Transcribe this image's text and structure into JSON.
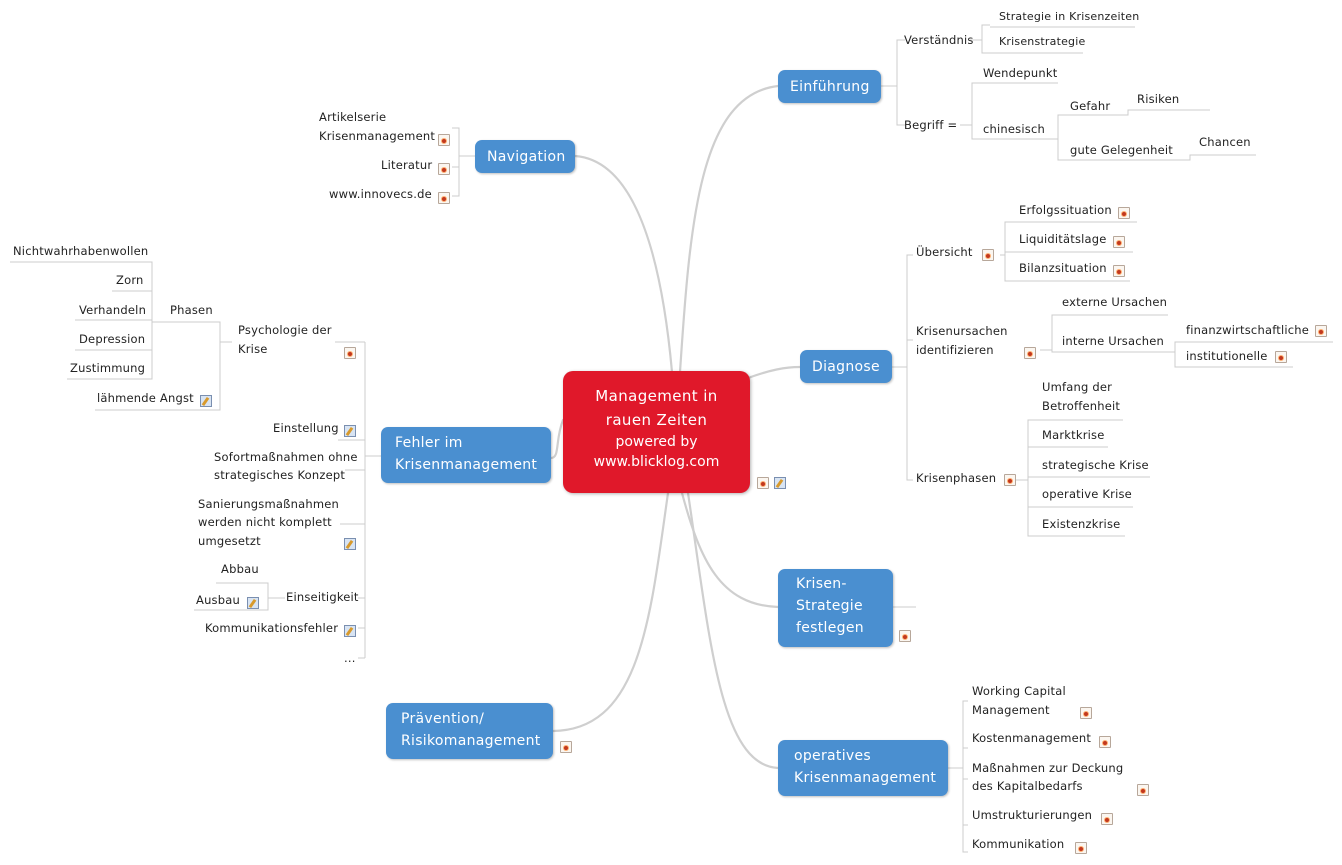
{
  "center": {
    "title_line1": "Management in",
    "title_line2": "rauen Zeiten",
    "sub_line1": "powered by",
    "sub_line2": "www.blicklog.com"
  },
  "branches": {
    "einfuehrung": {
      "label": "Einführung",
      "verstaendnis": "Verständnis",
      "strategie_krisenzeiten": "Strategie in Krisenzeiten",
      "krisenstrategie": "Krisenstrategie",
      "begriff": "Begriff =",
      "wendepunkt": "Wendepunkt",
      "chinesisch": "chinesisch",
      "gefahr": "Gefahr",
      "risiken": "Risiken",
      "gute_gelegenheit": "gute Gelegenheit",
      "chancen": "Chancen"
    },
    "navigation": {
      "label": "Navigation",
      "artikelserie_1": "Artikelserie",
      "artikelserie_2": "Krisenmanagement",
      "literatur": "Literatur",
      "website": "www.innovecs.de"
    },
    "diagnose": {
      "label": "Diagnose",
      "uebersicht": "Übersicht",
      "erfolgssituation": "Erfolgssituation",
      "liquiditaetslage": "Liquiditätslage",
      "bilanzsituation": "Bilanzsituation",
      "krisenursachen_1": "Krisenursachen",
      "krisenursachen_2": "identifizieren",
      "externe_ursachen": "externe Ursachen",
      "interne_ursachen": "interne Ursachen",
      "finanzwirtschaftliche": "finanzwirtschaftliche",
      "institutionelle": "institutionelle",
      "krisenphasen": "Krisenphasen",
      "umfang_1": "Umfang der",
      "umfang_2": "Betroffenheit",
      "marktkrise": "Marktkrise",
      "strategische_krise": "strategische Krise",
      "operative_krise": "operative Krise",
      "existenzkrise": "Existenzkrise"
    },
    "fehler": {
      "label_1": "Fehler im",
      "label_2": "Krisenmanagement",
      "psychologie_1": "Psychologie der",
      "psychologie_2": "Krise",
      "phasen": "Phasen",
      "nichtwahrhabenwollen": "Nichtwahrhabenwollen",
      "zorn": "Zorn",
      "verhandeln": "Verhandeln",
      "depression": "Depression",
      "zustimmung": "Zustimmung",
      "laehmende_angst": "lähmende Angst",
      "einstellung": "Einstellung",
      "sofort_1": "Sofortmaßnahmen ohne",
      "sofort_2": "strategisches Konzept",
      "sanierung_1": "Sanierungsmaßnahmen",
      "sanierung_2": "werden nicht komplett",
      "sanierung_3": "umgesetzt",
      "einseitigkeit": "Einseitigkeit",
      "abbau": "Abbau",
      "ausbau": "Ausbau",
      "kommunikationsfehler": "Kommunikationsfehler",
      "ellipsis": "..."
    },
    "krisenstrategie": {
      "label_1": "Krisen-",
      "label_2": "Strategie",
      "label_3": "festlegen"
    },
    "praevention": {
      "label_1": "Prävention/",
      "label_2": "Risikomanagement"
    },
    "operatives": {
      "label_1": "operatives",
      "label_2": "Krisenmanagement",
      "working_1": "Working Capital",
      "working_2": "Management",
      "kostenmanagement": "Kostenmanagement",
      "massnahmen_1": "Maßnahmen zur Deckung",
      "massnahmen_2": "des Kapitalbedarfs",
      "umstrukturierungen": "Umstrukturierungen",
      "kommunikation": "Kommunikation"
    }
  },
  "icons": {
    "note": "note-icon",
    "attachment": "attachment-icon"
  },
  "colors": {
    "central_topic": "#e0182a",
    "main_topic": "#4a8fd0",
    "connector": "#cccccc",
    "subtopic_line": "#c8c8c8"
  }
}
